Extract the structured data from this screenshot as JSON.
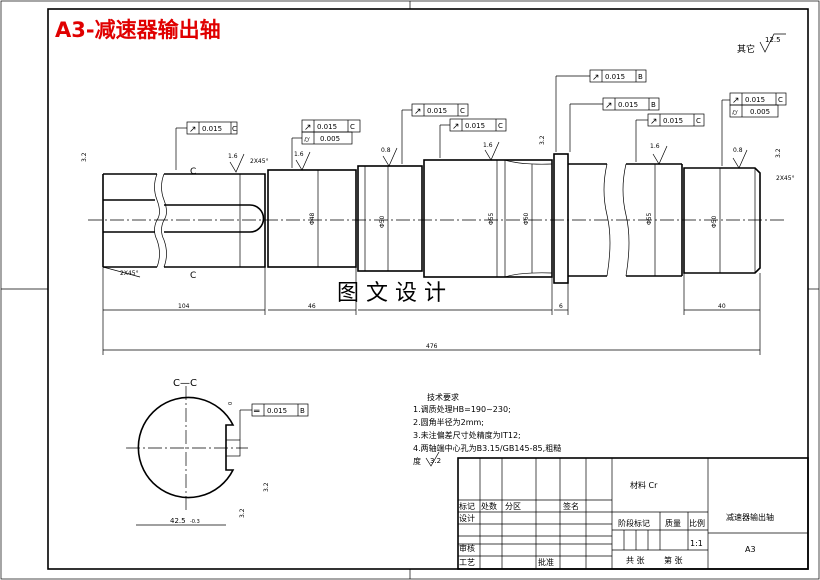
{
  "header": {
    "title": "A3-减速器输出轴",
    "title_color": "#e00000"
  },
  "roughness": {
    "other": "其它",
    "other_value": "12.5",
    "general": "1.6",
    "fine": "0.8",
    "key": "3.2"
  },
  "gdt": {
    "runout_sym": "↗",
    "cyl_sym": "⌭",
    "sym_sym": "═",
    "f1": {
      "val": "0.015",
      "datum": "C"
    },
    "f2a": {
      "val": "0.015",
      "datum": "C"
    },
    "f2b": {
      "val": "0.005"
    },
    "f3": {
      "val": "0.015",
      "datum": "C"
    },
    "f4": {
      "val": "0.015",
      "datum": "C"
    },
    "f5": {
      "val": "0.015",
      "datum": "B"
    },
    "f6": {
      "val": "0.015",
      "datum": "B"
    },
    "f7": {
      "val": "0.015",
      "datum": "C"
    },
    "f8a": {
      "val": "0.015",
      "datum": "C"
    },
    "f8b": {
      "val": "0.005"
    },
    "f9": {
      "val": "0.015",
      "datum": "B"
    }
  },
  "dims": {
    "d_left_len": "104",
    "d_mid_len": "46",
    "d_shoulder": "6",
    "d_right_len": "40",
    "d_total": "476",
    "chamfer": "2X45°",
    "dia1": "Φ48",
    "dia2": "Φ50",
    "dia3": "Φ55",
    "dia4": "Φ60",
    "dia5": "Φ55",
    "dia6": "Φ50",
    "datum_c": "C",
    "section_width": "42.5",
    "section_tol": "-0.3",
    "key_tol": "0",
    "section_label": "C—C"
  },
  "watermark": "图 文 设 计",
  "notes": {
    "heading": "技术要求",
    "lines": [
      "1.调质处理HB=190~230;",
      "2.圆角半径为2mm;",
      "3.未注偏差尺寸处精度为IT12;",
      "4.两轴端中心孔为B3.15/GB145-85,粗糙"
    ],
    "last_prefix": "度",
    "last_value": "3.2"
  },
  "title_block": {
    "material": "材料 Cr",
    "part_name": "减速器输出轴",
    "mark": "标记",
    "count": "处数",
    "zone": "分区",
    "sign": "签名",
    "design": "设计",
    "stage": "阶段标记",
    "weight": "质量",
    "scale_label": "比例",
    "scale": "1:1",
    "review": "审核",
    "process": "工艺",
    "approve": "批准",
    "total": "共  张",
    "sheet": "第  张",
    "size": "A3"
  }
}
